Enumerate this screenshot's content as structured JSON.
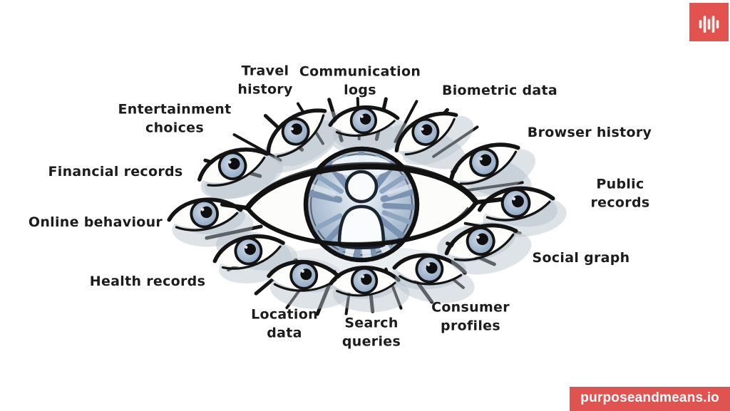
{
  "brand": {
    "logo_icon": "audio-waveform-icon",
    "website": "purposeandmeans.io",
    "red": "#e25350"
  },
  "diagram": {
    "central_icon": "person-silhouette",
    "labels": [
      {
        "id": "travel-history",
        "text": "Travel\nhistory"
      },
      {
        "id": "communication-logs",
        "text": "Communication\nlogs"
      },
      {
        "id": "biometric-data",
        "text": "Biometric data"
      },
      {
        "id": "entertainment-choices",
        "text": "Entertainment\nchoices"
      },
      {
        "id": "browser-history",
        "text": "Browser history"
      },
      {
        "id": "financial-records",
        "text": "Financial records"
      },
      {
        "id": "public-records",
        "text": "Public records"
      },
      {
        "id": "online-behaviour",
        "text": "Online behaviour"
      },
      {
        "id": "social-graph",
        "text": "Social graph"
      },
      {
        "id": "health-records",
        "text": "Health records"
      },
      {
        "id": "location-data",
        "text": "Location\ndata"
      },
      {
        "id": "search-queries",
        "text": "Search\nqueries"
      },
      {
        "id": "consumer-profiles",
        "text": "Consumer\nprofiles"
      }
    ]
  },
  "colors": {
    "ink": "#141414",
    "iris_base": "#b4c5d8",
    "iris_edge": "#8fa6c1",
    "iris_highlight": "#eff4f9",
    "facet_blue": "#7b92b1",
    "shadow_gray": "#b5c0cb",
    "brand_red": "#e25350"
  }
}
